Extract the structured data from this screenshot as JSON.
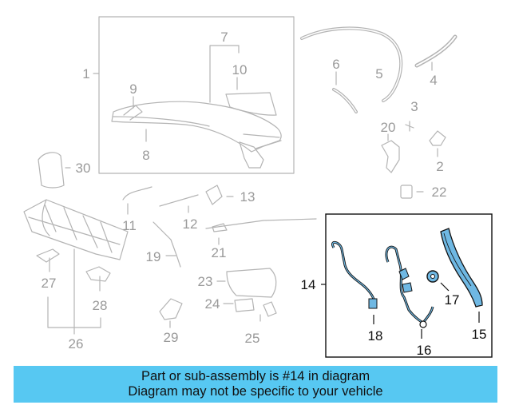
{
  "diagram": {
    "parts": [
      {
        "key": "p1",
        "label": "1"
      },
      {
        "key": "p2",
        "label": "2"
      },
      {
        "key": "p3",
        "label": "3"
      },
      {
        "key": "p4",
        "label": "4"
      },
      {
        "key": "p5",
        "label": "5"
      },
      {
        "key": "p6",
        "label": "6"
      },
      {
        "key": "p7",
        "label": "7"
      },
      {
        "key": "p8",
        "label": "8"
      },
      {
        "key": "p9",
        "label": "9"
      },
      {
        "key": "p10",
        "label": "10"
      },
      {
        "key": "p11",
        "label": "11"
      },
      {
        "key": "p12",
        "label": "12"
      },
      {
        "key": "p13",
        "label": "13"
      },
      {
        "key": "p14",
        "label": "14"
      },
      {
        "key": "p15",
        "label": "15"
      },
      {
        "key": "p16",
        "label": "16"
      },
      {
        "key": "p17",
        "label": "17"
      },
      {
        "key": "p18",
        "label": "18"
      },
      {
        "key": "p19",
        "label": "19"
      },
      {
        "key": "p20",
        "label": "20"
      },
      {
        "key": "p21",
        "label": "21"
      },
      {
        "key": "p22",
        "label": "22"
      },
      {
        "key": "p23",
        "label": "23"
      },
      {
        "key": "p24",
        "label": "24"
      },
      {
        "key": "p25",
        "label": "25"
      },
      {
        "key": "p26",
        "label": "26"
      },
      {
        "key": "p27",
        "label": "27"
      },
      {
        "key": "p28",
        "label": "28"
      },
      {
        "key": "p29",
        "label": "29"
      },
      {
        "key": "p30",
        "label": "30"
      }
    ],
    "highlighted_part": "14"
  },
  "caption": {
    "line1": "Part or sub-assembly is #14 in diagram",
    "line2": "Diagram may not be specific to your vehicle"
  },
  "colors": {
    "caption_bg": "#57c8f2",
    "highlight_fill": "#6fb8e3",
    "grey_stroke": "#b4b4b4",
    "label_grey": "#9a9a9a",
    "dark": "#111111"
  }
}
